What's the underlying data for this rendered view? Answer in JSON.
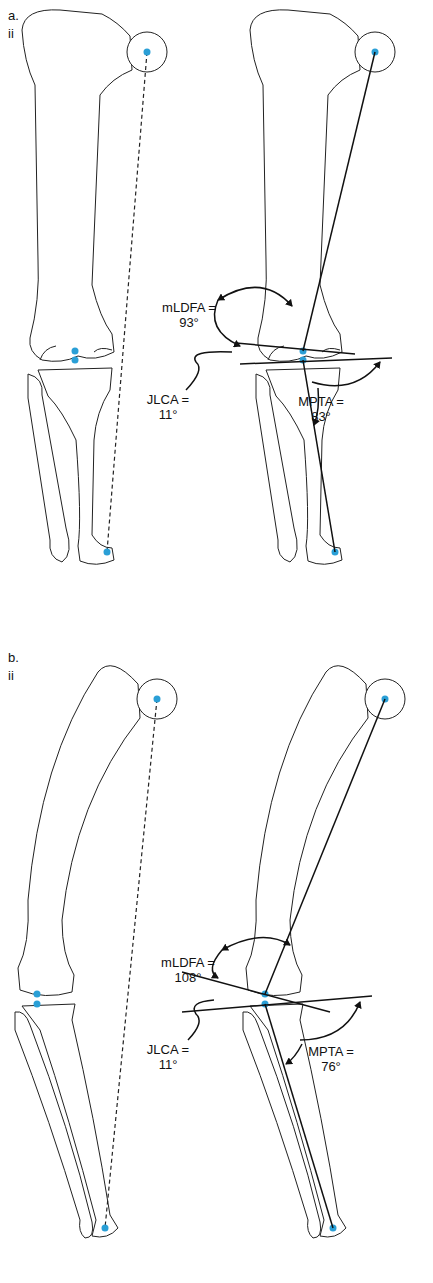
{
  "diagram": {
    "labels": [
      "a.",
      "ii",
      "mLDFA = 93°",
      "JLCA = 11°",
      "MPTA = 83°",
      "b.",
      "ii",
      "mLDFA = 108°",
      "JLCA = 11°",
      "MPTA = 76°"
    ]
  }
}
